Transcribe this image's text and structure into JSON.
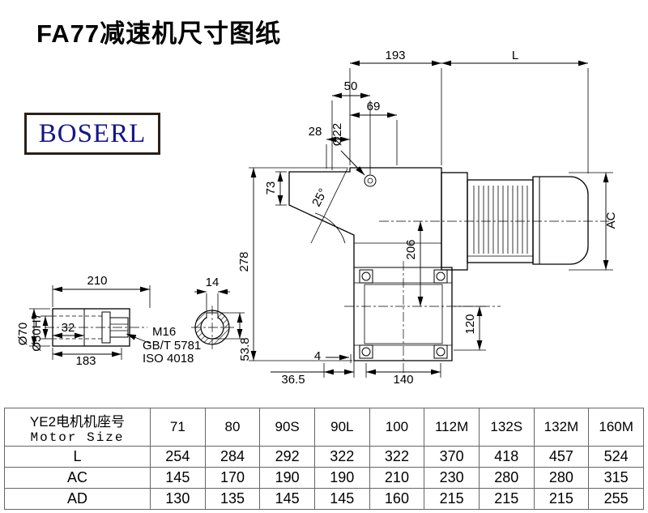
{
  "header": {
    "title": "FA77减速机尺寸图纸"
  },
  "logo": {
    "text": "BOSERL"
  },
  "drawing": {
    "labels": {
      "dim_193": "193",
      "dim_L": "L",
      "dim_50": "50",
      "dim_69": "69",
      "dim_28": "28",
      "hole": "Ø22",
      "dim_73": "73",
      "angle": "25°",
      "dim_278": "278",
      "dim_206": "206",
      "dim_AC": "AC",
      "dim_120": "120",
      "dim_4": "4",
      "dim_36_5": "36.5",
      "dim_140": "140",
      "shaft_210": "210",
      "key_14": "14",
      "dia_70": "Ø70",
      "dia_50": "Ø50H7",
      "dim_32": "32",
      "dim_183": "183",
      "bolt": "M16",
      "std_gb": "GB/T 5781",
      "std_iso": "ISO 4018",
      "key_53_8": "53.8"
    }
  },
  "table": {
    "row_header_cn": "YE2电机机座号",
    "row_header_en": "Motor Size",
    "sizes": [
      "71",
      "80",
      "90S",
      "90L",
      "100",
      "112M",
      "132S",
      "132M",
      "160M"
    ],
    "rows": [
      {
        "label": "L",
        "values": [
          "254",
          "284",
          "292",
          "322",
          "322",
          "370",
          "418",
          "457",
          "524"
        ]
      },
      {
        "label": "AC",
        "values": [
          "145",
          "170",
          "190",
          "190",
          "210",
          "230",
          "280",
          "280",
          "315"
        ]
      },
      {
        "label": "AD",
        "values": [
          "130",
          "135",
          "145",
          "145",
          "160",
          "215",
          "215",
          "215",
          "255"
        ]
      }
    ]
  }
}
